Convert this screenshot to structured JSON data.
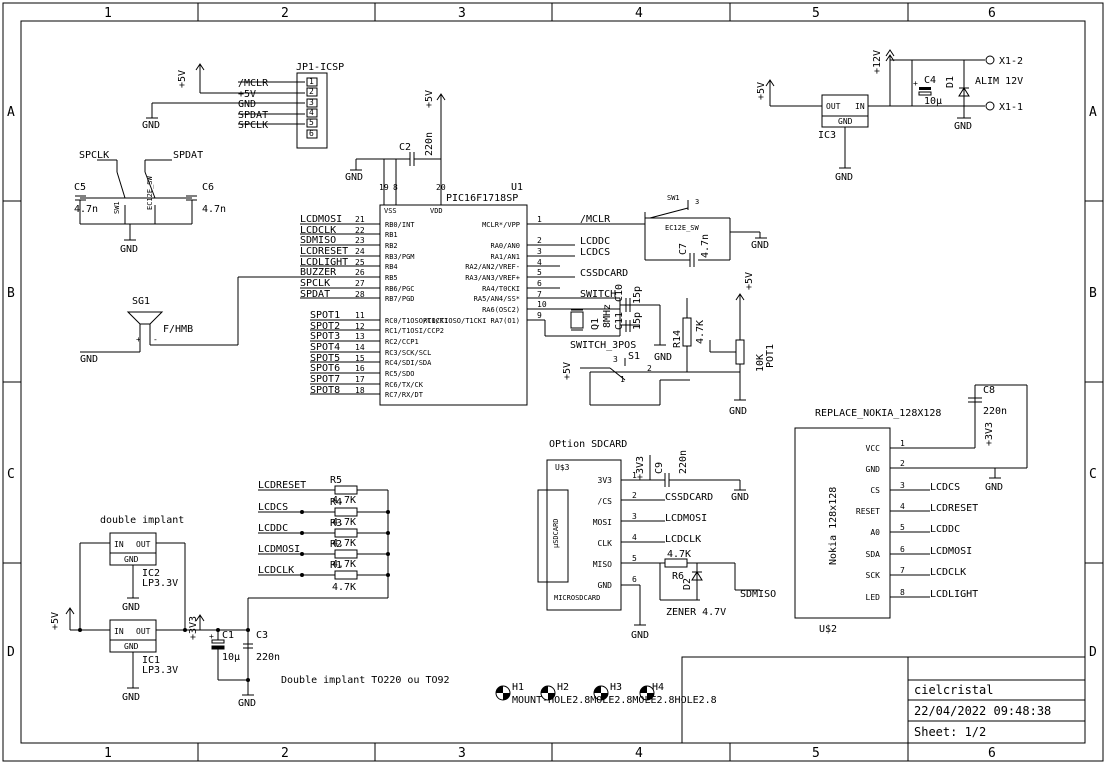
{
  "frame": {
    "cols": [
      "1",
      "2",
      "3",
      "4",
      "5",
      "6"
    ],
    "rows": [
      "A",
      "B",
      "C",
      "D"
    ]
  },
  "title_block": {
    "name": "cielcristal",
    "datetime": "22/04/2022 09:48:38",
    "sheet": "Sheet: 1/2"
  },
  "icsp": {
    "ref": "JP1-ICSP",
    "signals": [
      "/MCLR",
      "+5V",
      "GND",
      "SPDAT",
      "SPCLK"
    ],
    "pins": [
      "1",
      "2",
      "3",
      "4",
      "5",
      "6"
    ],
    "rail": "+5V",
    "gnd": "GND"
  },
  "c2": {
    "ref": "C2",
    "value": "220n",
    "rail": "+5V",
    "gnd": "GND"
  },
  "sw_left": {
    "spclk": "SPCLK",
    "spdat": "SPDAT",
    "c5": "C5",
    "c5v": "4.7n",
    "c6": "C6",
    "c6v": "4.7n",
    "sw": "SW1",
    "type": "EC12E_SW",
    "gnd": "GND"
  },
  "buzzer": {
    "ref": "SG1",
    "type": "F/HMB",
    "plus": "+",
    "minus": "-",
    "gnd": "GND"
  },
  "mcu": {
    "ref": "U1",
    "part": "PIC16F1718SP",
    "top_pins": [
      "19",
      "8",
      "20"
    ],
    "top_labels": [
      "VSS",
      "VDD"
    ],
    "left_nets": [
      "LCDMOSI",
      "LCDCLK",
      "SDMISO",
      "LCDRESET",
      "LCDLIGHT",
      "BUZZER",
      "SPCLK",
      "SPDAT"
    ],
    "left_pins": [
      "21",
      "22",
      "23",
      "24",
      "25",
      "26",
      "27",
      "28"
    ],
    "left_labels": [
      "RB0/INT",
      "RB1",
      "RB2",
      "RB3/PGM",
      "RB4",
      "RB5",
      "RB6/PGC",
      "RB7/PGD"
    ],
    "spot_nets": [
      "SPOT1",
      "SPOT2",
      "SPOT3",
      "SPOT4",
      "SPOT5",
      "SPOT6",
      "SPOT7",
      "SPOT8"
    ],
    "spot_pins": [
      "11",
      "12",
      "13",
      "14",
      "15",
      "16",
      "17",
      "18"
    ],
    "spot_labels": [
      "RC0/T1OSO/T1CKI",
      "RC1/T1OSI/CCP2",
      "RC2/CCP1",
      "RC3/SCK/SCL",
      "RC4/SDI/SDA",
      "RC5/SDO",
      "RC6/TX/CK",
      "RC7/RX/DT"
    ],
    "right_labels": [
      "MCLR*/VPP",
      "RA0/AN0",
      "RA1/AN1",
      "RA2/AN2/VREF-",
      "RA3/AN3/VREF+",
      "RA4/T0CKI",
      "RA5/AN4/SS*",
      "RA6(OSC2)",
      "RC0/T1OSO/T1CKI RA7(O1)"
    ],
    "right_pins": [
      "1",
      "2",
      "3",
      "4",
      "5",
      "6",
      "7",
      "10",
      "9"
    ],
    "right_nets": [
      "/MCLR",
      "LCDDC",
      "LCDCS",
      "",
      "CSSDCARD",
      "",
      "SWITCH",
      "",
      ""
    ]
  },
  "sw1_right": {
    "ref": "SW1",
    "type": "EC12E_SW",
    "c7": "C7",
    "c7v": "4.7n",
    "gnd": "GND",
    "pin": "3"
  },
  "osc": {
    "q1": "Q1",
    "q1v": "8MHz",
    "c10": "C10",
    "c10v": "15p",
    "c11": "C11",
    "c11v": "15p",
    "gnd": "GND"
  },
  "r14": {
    "ref": "R14",
    "value": "4.7K"
  },
  "pot": {
    "ref": "POT1",
    "value": "10K",
    "rail": "+5V",
    "gnd": "GND"
  },
  "switch3": {
    "net": "SWITCH_3POS",
    "ref": "S1",
    "rail": "+5V",
    "p1": "1",
    "p2": "2",
    "p3": "3"
  },
  "ic3": {
    "ref": "IC3",
    "out": "OUT",
    "in": "IN",
    "gnd": "GND",
    "rail": "+5V",
    "rail12": "+12V",
    "gndlbl": "GND"
  },
  "alim": {
    "c4": "C4",
    "c4v": "10µ",
    "d1": "D1",
    "x12": "X1-2",
    "x11": "X1-1",
    "label": "ALIM 12V",
    "gnd": "GND",
    "plus": "+"
  },
  "sdcard": {
    "title": "OPtion SDCARD",
    "ref": "U$3",
    "pins": [
      "1",
      "2",
      "3",
      "4",
      "5",
      "6"
    ],
    "labels": [
      "3V3",
      "/CS",
      "MOSI",
      "CLK",
      "MISO",
      "GND"
    ],
    "nets": [
      "",
      "CSSDCARD",
      "LCDMOSI",
      "LCDCLK",
      "",
      ""
    ],
    "inner": "µSDCARD",
    "footer": "MICROSDCARD",
    "c9": "C9",
    "c9v": "220n",
    "rail": "+3V3",
    "gnd": "GND",
    "r": "R6",
    "rv": "4.7K",
    "d": "D2",
    "zener": "ZENER 4.7V",
    "sdmiso": "SDMISO"
  },
  "nokia": {
    "title": "REPLACE_NOKIA_128X128",
    "ref": "U$2",
    "inner": "Nokia 128x128",
    "pins": [
      "1",
      "2",
      "3",
      "4",
      "5",
      "6",
      "7",
      "8"
    ],
    "labels": [
      "VCC",
      "GND",
      "CS",
      "RESET",
      "A0",
      "SDA",
      "SCK",
      "LED"
    ],
    "nets": [
      "",
      "",
      "LCDCS",
      "LCDRESET",
      "LCDDC",
      "LCDMOSI",
      "LCDCLK",
      "LCDLIGHT"
    ],
    "c8": "C8",
    "c8v": "220n",
    "rail": "+3V3",
    "gnd": "GND"
  },
  "rnet": {
    "nets": [
      "LCDRESET",
      "LCDCS",
      "LCDDC",
      "LCDMOSI",
      "LCDCLK"
    ],
    "refs": [
      "R5",
      "R4",
      "R3",
      "R2",
      "R1"
    ],
    "value": "4.7K"
  },
  "regs": {
    "title": "double implant",
    "ic2": "IC2",
    "ic2v": "LP3.3V",
    "ic1": "IC1",
    "ic1v": "LP3.3V",
    "in": "IN",
    "out": "OUT",
    "gnd": "GND",
    "rail5": "+5V",
    "rail33": "+3V3",
    "c1": "C1",
    "c1v": "10µ",
    "c3": "C3",
    "c3v": "220n",
    "note": "Double implant TO220 ou TO92",
    "plus": "+"
  },
  "holes": {
    "refs": [
      "H1",
      "H2",
      "H3",
      "H4"
    ],
    "label": "MOUNT-HOLE2.8MOLE2.8MOLE2.8HOLE2.8"
  }
}
